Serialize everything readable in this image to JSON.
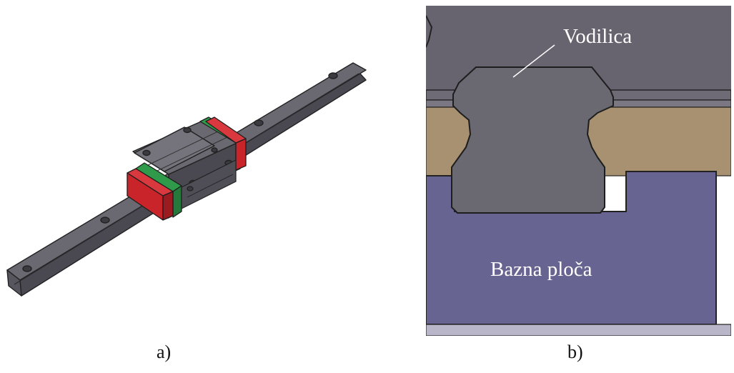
{
  "figure": {
    "panel_a": {
      "caption": "a)"
    },
    "panel_b": {
      "caption": "b)",
      "labels": {
        "rail": "Vodilica",
        "base_plate": "Bazna ploča"
      }
    }
  },
  "colors": {
    "rail": "#6a6870",
    "rail_dark": "#4a4850",
    "rail_light": "#8a8890",
    "seal_red": "#c8242a",
    "seal_green": "#2f9a4a",
    "top_plate": "#676470",
    "section_rail": "#6a6870",
    "carriage_tan": "#a89170",
    "base_plate": "#676491",
    "bottom_strip": "#b8b6c8"
  }
}
